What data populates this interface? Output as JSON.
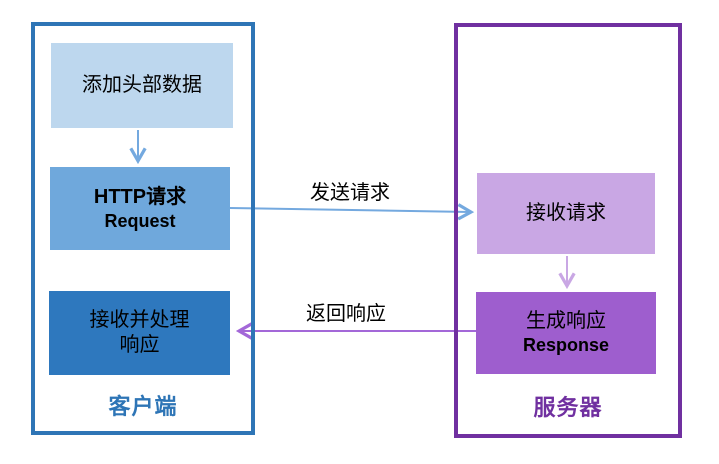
{
  "client": {
    "label": "客户端",
    "add_header": "添加头部数据",
    "http_request_line1": "HTTP请求",
    "http_request_line2": "Request",
    "receive_line1": "接收并处理",
    "receive_line2": "响应"
  },
  "server": {
    "label": "服务器",
    "receive_request": "接收请求",
    "generate_line1": "生成响应",
    "generate_line2": "Response"
  },
  "arrows": {
    "send_label": "发送请求",
    "return_label": "返回响应"
  },
  "colors": {
    "client_border": "#2e75b6",
    "client_box_light": "#bdd7ee",
    "client_box_mid": "#6fa8dc",
    "client_box_dark": "#2e78be",
    "client_label_text": "#2e75b6",
    "server_border": "#7030a0",
    "server_box_light": "#c9a7e4",
    "server_box_mid": "#9e5ece",
    "server_label_text": "#7030a0",
    "arrow_blue": "#74a9df",
    "arrow_purple": "#a368d8",
    "arrow_purple_light": "#c9a7e4",
    "box_text": "#000000"
  }
}
